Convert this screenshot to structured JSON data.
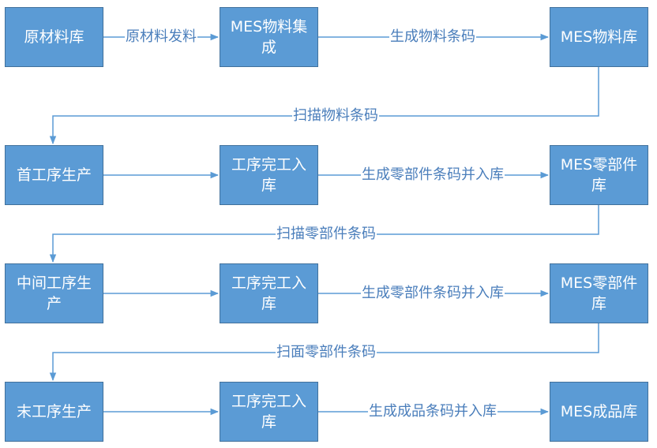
{
  "nodes": {
    "raw_store": "原材料库",
    "mes_material_integration": "MES物料集成",
    "mes_material_store": "MES物料库",
    "first_process": "首工序生产",
    "process_done_1": "工序完工入库",
    "mes_parts_store_1": "MES零部件库",
    "middle_process": "中间工序生产",
    "process_done_2": "工序完工入库",
    "mes_parts_store_2": "MES零部件库",
    "last_process": "末工序生产",
    "process_done_3": "工序完工入库",
    "mes_product_store": "MES成品库"
  },
  "edges": {
    "raw_issue": "原材料发料",
    "gen_material_barcode": "生成物料条码",
    "scan_material_barcode": "扫描物料条码",
    "gen_parts_barcode_1": "生成零部件条码并入库",
    "scan_parts_barcode": "扫描零部件条码",
    "gen_parts_barcode_2": "生成零部件条码并入库",
    "scan_face_parts_barcode": "扫面零部件条码",
    "gen_product_barcode": "生成成品条码并入库"
  },
  "colors": {
    "node_fill": "#5b9bd5",
    "node_border": "#41719c",
    "edge": "#5b9bd5",
    "edge_text": "#4a7ebb"
  }
}
